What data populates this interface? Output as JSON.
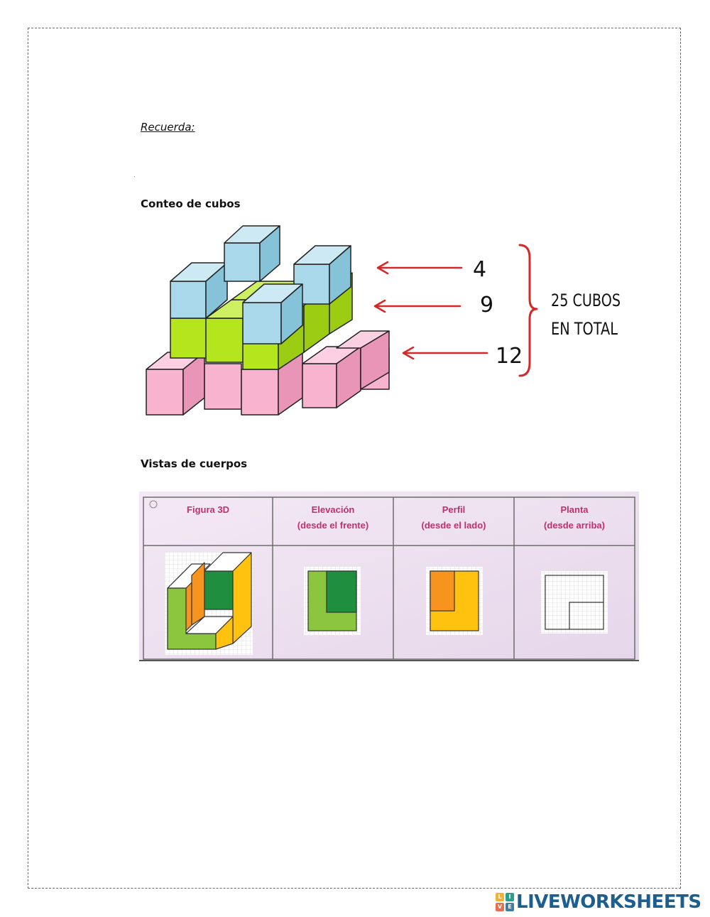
{
  "recuerda": "Recuerda:",
  "dot": ".",
  "conteo": {
    "heading": "Conteo de cubos",
    "layer_counts": [
      "4",
      "9",
      "12"
    ],
    "total_line1": "25 CUBOS",
    "total_line2": "EN TOTAL"
  },
  "vistas": {
    "heading": "Vistas de cuerpos",
    "columns": [
      {
        "title": "Figura 3D",
        "subtitle": ""
      },
      {
        "title": "Elevación",
        "subtitle": "(desde el frente)"
      },
      {
        "title": "Perfil",
        "subtitle": "(desde el lado)"
      },
      {
        "title": "Planta",
        "subtitle": "(desde arriba)"
      }
    ]
  },
  "colors": {
    "cube_blue": "#a8d8ea",
    "cube_green": "#b5e61d",
    "cube_pink": "#f8b3cf",
    "arrow_red": "#d62828",
    "header_text": "#c0306a",
    "table_bg": "#efe3f1",
    "dark_green": "#1f8f3f",
    "light_green": "#8cc63f",
    "orange": "#f7941d",
    "yellow": "#ffc20e"
  },
  "brand": {
    "name": "LIVEWORKSHEETS",
    "mark_letters": [
      "L",
      "I",
      "V",
      "E"
    ]
  }
}
